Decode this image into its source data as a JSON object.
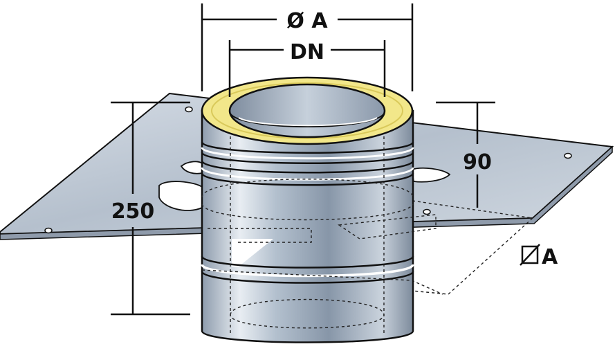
{
  "labels": {
    "outer_diameter": "Ø A",
    "inner_diameter": "DN",
    "plate_height": "90",
    "total_height": "250",
    "plate_size": "A"
  },
  "colors": {
    "insulation": "#f2e78a",
    "steel": "#a9b8c8",
    "plate": "#b7c3d1",
    "outline": "#111111"
  }
}
